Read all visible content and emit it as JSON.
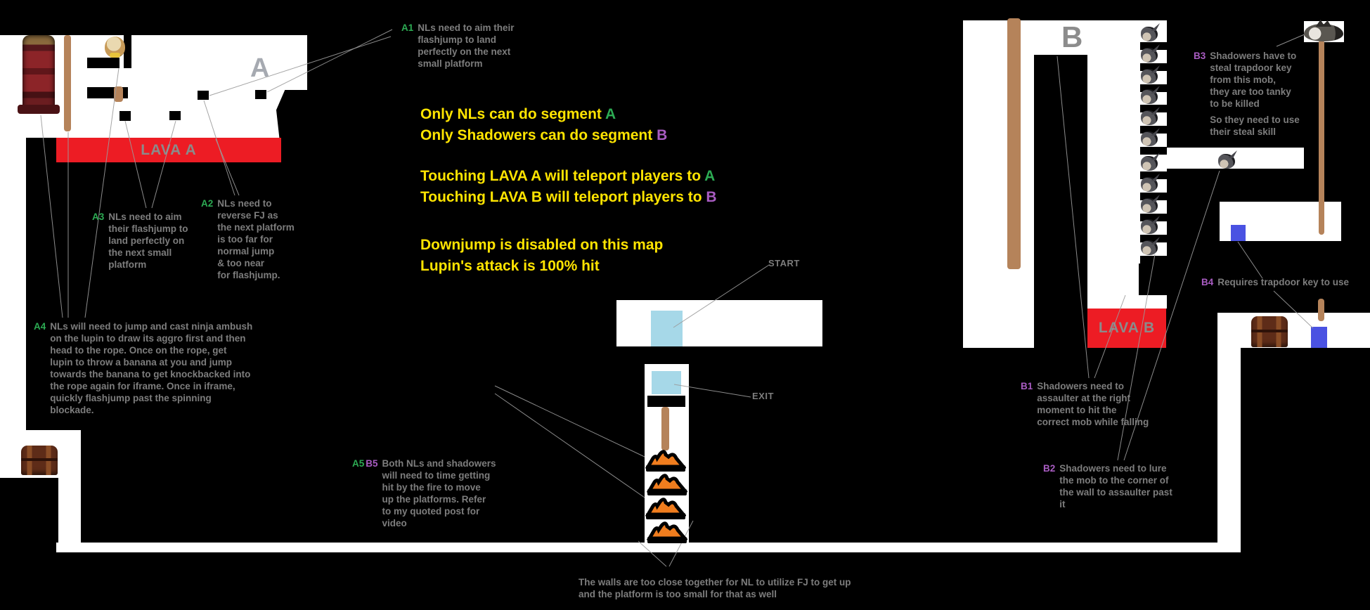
{
  "colors": {
    "lava": "#ed1c24",
    "portal_light": "#a6d8e8",
    "portal_blue": "#4a52e2",
    "rope": "#b5835a",
    "gray_text": "#7d7d7d",
    "label_a": "#2cab53",
    "label_b": "#a95cc2",
    "yellow": "#ffe400",
    "letter_a": "#a6aab1",
    "letter_b": "#8c8c8c"
  },
  "map": {
    "letters": {
      "a": "A",
      "b": "B"
    },
    "lava_a": "LAVA A",
    "lava_b": "LAVA B",
    "start": "START",
    "exit": "EXIT"
  },
  "center_notes": [
    {
      "gap": 0,
      "parts": [
        {
          "t": "Only NLs can do segment ",
          "c": "y"
        },
        {
          "t": "A",
          "c": "a"
        }
      ]
    },
    {
      "gap": 0,
      "parts": [
        {
          "t": "Only Shadowers can do segment ",
          "c": "y"
        },
        {
          "t": "B",
          "c": "b"
        }
      ]
    },
    {
      "gap": 28,
      "parts": [
        {
          "t": "Touching LAVA A will teleport players to ",
          "c": "y"
        },
        {
          "t": "A",
          "c": "a"
        }
      ]
    },
    {
      "gap": 0,
      "parts": [
        {
          "t": "Touching LAVA B will teleport players to ",
          "c": "y"
        },
        {
          "t": "B",
          "c": "b"
        }
      ]
    },
    {
      "gap": 38,
      "parts": [
        {
          "t": "Downjump is disabled on this map",
          "c": "y"
        }
      ]
    },
    {
      "gap": 0,
      "parts": [
        {
          "t": "Lupin's attack is 100% hit",
          "c": "y"
        }
      ]
    }
  ],
  "annotations": [
    {
      "id": "a1",
      "labels": [
        {
          "t": "A1",
          "c": "a"
        }
      ],
      "lines": [
        "NLs need to aim their",
        "flashjump to land",
        "perfectly on the next",
        "small platform"
      ]
    },
    {
      "id": "a2",
      "labels": [
        {
          "t": "A2",
          "c": "a"
        }
      ],
      "lines": [
        "NLs need to",
        "reverse FJ as",
        "the next platform",
        "is too far for",
        "normal jump",
        "& too near",
        "for flashjump."
      ]
    },
    {
      "id": "a3",
      "labels": [
        {
          "t": "A3",
          "c": "a"
        }
      ],
      "lines": [
        "NLs need to aim",
        "their flashjump to",
        "land perfectly on",
        "the next small",
        "platform"
      ]
    },
    {
      "id": "a4",
      "labels": [
        {
          "t": "A4",
          "c": "a"
        }
      ],
      "lines": [
        "NLs will need to jump and cast ninja ambush",
        "on the lupin to draw its aggro first and then",
        "head to the rope. Once on the rope, get",
        "lupin to throw a banana at you and jump",
        "towards the banana to get knockbacked into",
        "the rope again for iframe. Once in iframe,",
        "quickly flashjump past the spinning",
        "blockade."
      ]
    },
    {
      "id": "a5b5",
      "labels": [
        {
          "t": "A5",
          "c": "a"
        },
        {
          "t": "B5",
          "c": "b"
        }
      ],
      "lines": [
        "Both NLs and shadowers",
        "will need to time getting",
        "hit by the fire to move",
        "up the platforms. Refer",
        "to my quoted post for",
        "video"
      ]
    },
    {
      "id": "b1",
      "labels": [
        {
          "t": "B1",
          "c": "b"
        }
      ],
      "lines": [
        "Shadowers need to",
        "assaulter at the right",
        "moment to hit the",
        "correct mob while falling"
      ]
    },
    {
      "id": "b2",
      "labels": [
        {
          "t": "B2",
          "c": "b"
        }
      ],
      "lines": [
        "Shadowers need to lure",
        "the mob to the corner of",
        "the wall to assaulter past",
        "it"
      ]
    },
    {
      "id": "b3",
      "labels": [
        {
          "t": "B3",
          "c": "b"
        }
      ],
      "lines": [
        "Shadowers have to",
        "steal trapdoor key",
        "from this mob,",
        "they are too tanky",
        "to be killed",
        "",
        "So they need to use",
        "their steal skill"
      ]
    },
    {
      "id": "b4",
      "labels": [
        {
          "t": "B4",
          "c": "b"
        }
      ],
      "lines": [
        "Requires trapdoor key to use"
      ]
    },
    {
      "id": "walls",
      "labels": [],
      "lines": [
        "The walls are too close together for NL to utilize FJ to get up",
        "and the platform is too small for that as well"
      ]
    }
  ],
  "sprite_names": {
    "totem": "spinning-blockade-totem-sprite",
    "lupin": "lupin-monkey-mob-sprite",
    "mob": "falling-mob-sprite",
    "big_mob": "trapdoor-key-mob-sprite",
    "chest": "treasure-chest-sprite",
    "fire": "fire-obstacle-sprite",
    "start_portal": "start-portal",
    "exit_portal": "exit-portal",
    "trapdoor_portal": "trapdoor-portal",
    "rope": "rope",
    "platform": "platform",
    "leader_line": "leader-line"
  }
}
